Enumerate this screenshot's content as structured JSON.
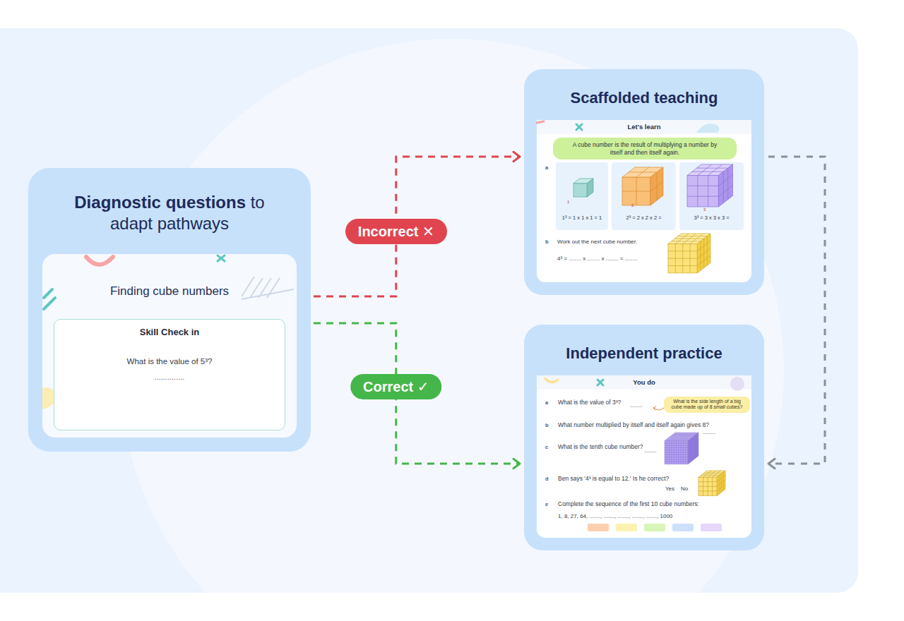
{
  "diagram": {
    "nodes": [
      {
        "text": [
          "Diagnostic questions",
          "to adapt pathways"
        ]
      },
      {
        "text": [
          "Finding cube numbers"
        ],
        "in": 0
      },
      {
        "text": [
          "Skill Check in",
          "What is the value of 5³?",
          ".............."
        ],
        "in": 1
      },
      {
        "text": [
          "Scaffolded teaching"
        ]
      },
      {
        "text": [
          "Let's learn"
        ],
        "in": 3
      },
      {
        "text": [
          "A cube number is the result of multiplying a number by itself and then itself again."
        ],
        "in": 4
      },
      {
        "text": [
          "1³ = 1 x 1 x 1 = 1"
        ],
        "in": 4
      },
      {
        "text": [
          "2³ = 2 x 2 x 2 ="
        ],
        "in": 4
      },
      {
        "text": [
          "3³ = 3 x 3 x 3 ="
        ],
        "in": 4
      },
      {
        "text": [
          "Independent practice"
        ]
      },
      {
        "text": [
          "You do"
        ],
        "in": 9
      },
      {
        "text": [
          "What is the side length of a big cube made up of 8 small cubes?"
        ],
        "in": 10
      }
    ],
    "edges": [
      {
        "from": 0,
        "to": 3,
        "label": "Incorrect ✕",
        "arrow": "to"
      },
      {
        "from": 0,
        "to": 9,
        "label": "Correct ✓",
        "arrow": "to"
      },
      {
        "from": 3,
        "to": 9,
        "arrow": "to"
      }
    ],
    "labels": [
      "1",
      "2",
      "3",
      "a",
      "b",
      "Work out the next cube number.",
      "4³ = ........ x ........ x ........ = ........",
      "a",
      "What is the value of 3³?",
      "........",
      "b",
      "What number multiplied by itself and itself again gives 8?",
      "........",
      "c",
      "What is the tenth cube number?",
      "........",
      "d",
      "Ben says '4³ is equal to 12.' Is he correct?",
      "Yes",
      "No",
      "e",
      "Complete the sequence of the first 10 cube numbers:",
      "1, 8, 27, 64, ......., ......., ......., ......., ......., 1000"
    ]
  }
}
